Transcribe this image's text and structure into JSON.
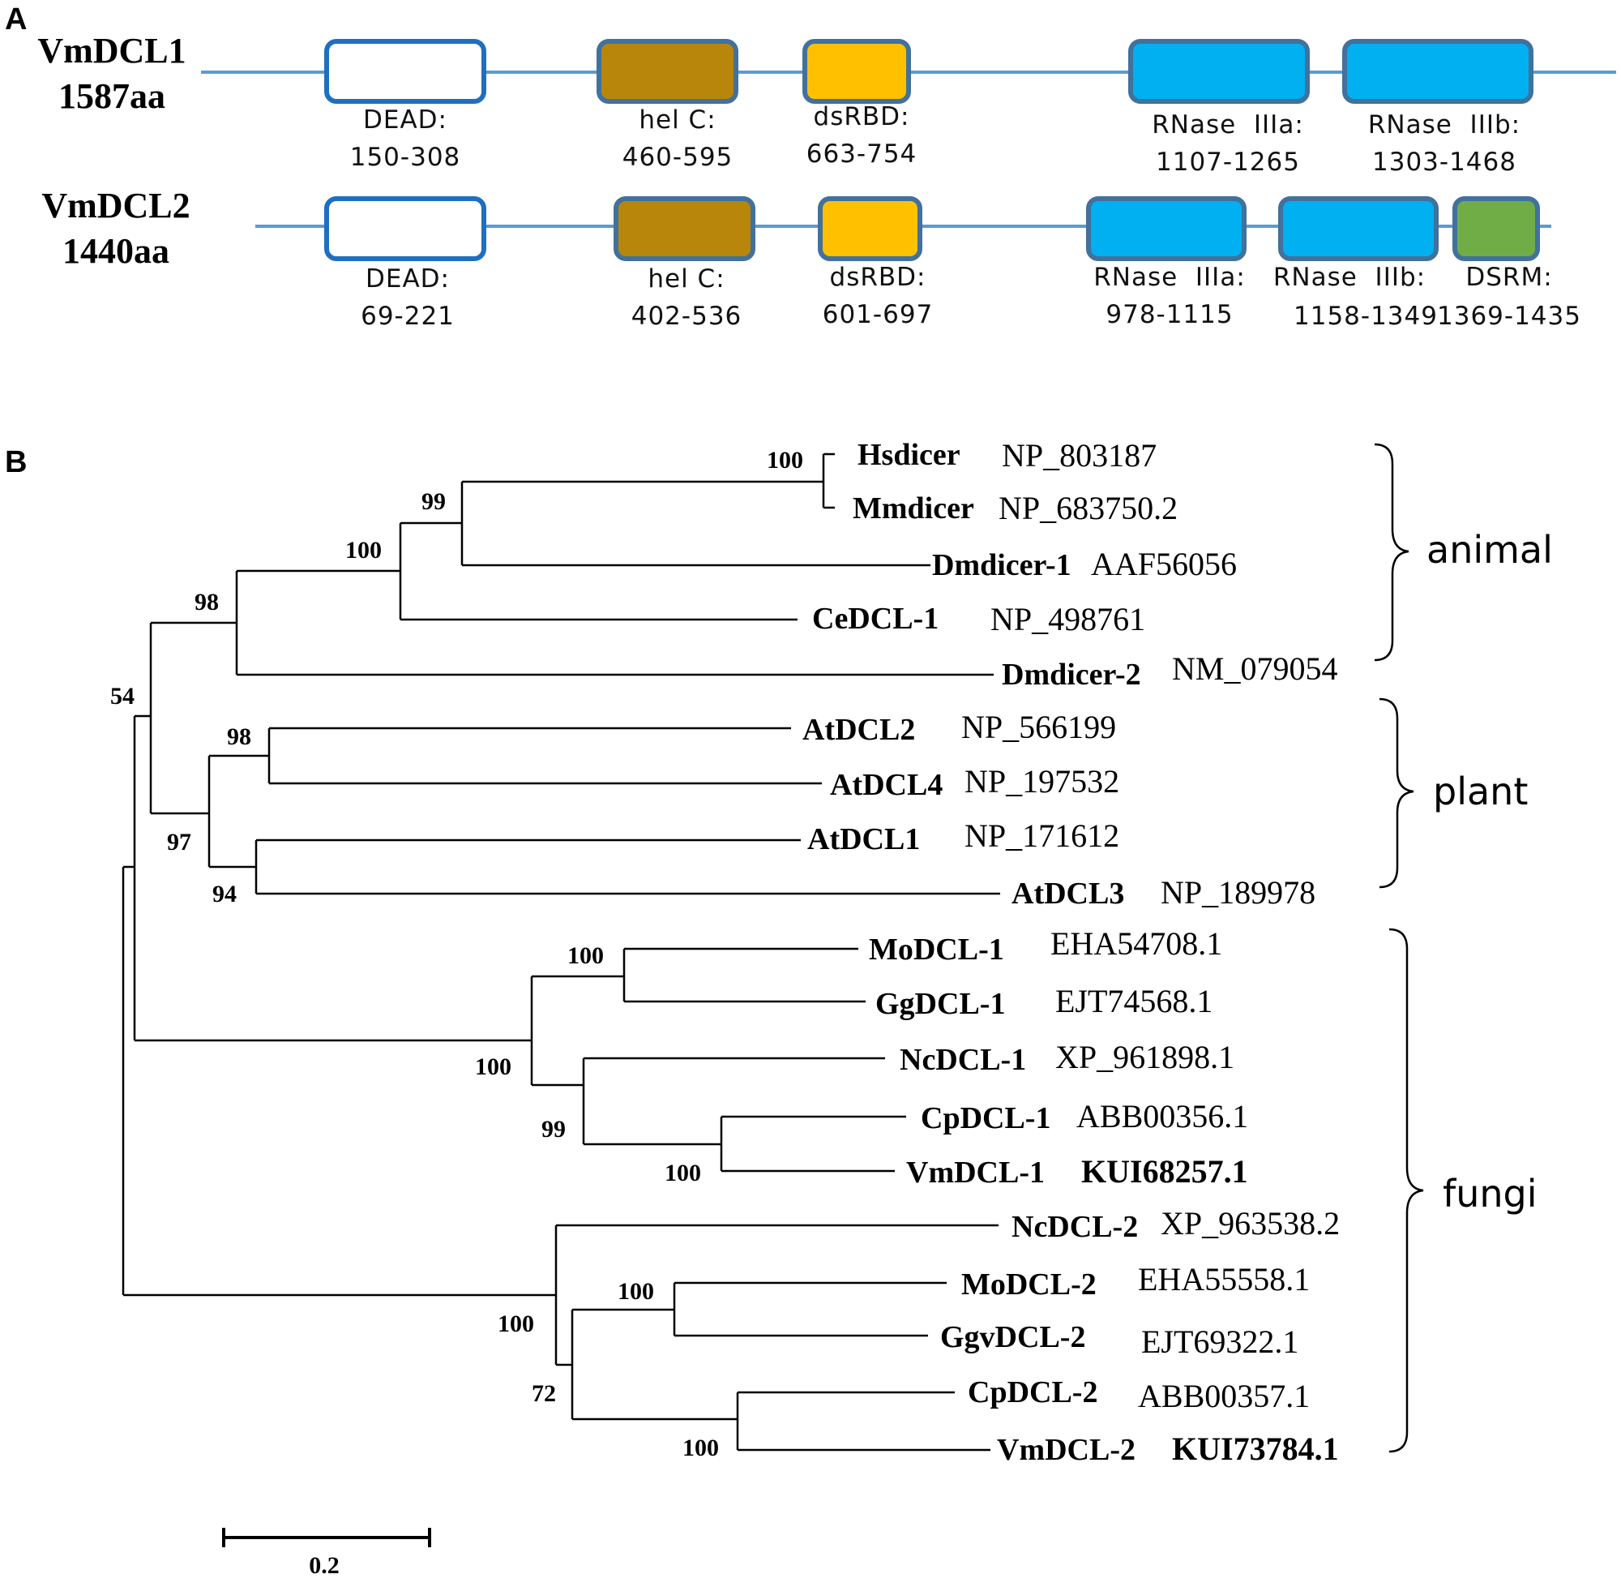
{
  "panel_a": {
    "label": "A",
    "colors": {
      "backbone": "#5b9bd5",
      "dead_border": "#1f6fc0",
      "dead_fill": "#ffffff",
      "helc_fill": "#b8860b",
      "dsrbd_fill": "#ffc000",
      "rnase_fill": "#00b0f0",
      "dsrm_fill": "#70ad47",
      "box_border": "#41719c"
    },
    "proteins": [
      {
        "name": "VmDCL1",
        "length": "1587aa",
        "domains": [
          {
            "type": "dead",
            "name": "DEAD:",
            "range": "150-308"
          },
          {
            "type": "helc",
            "name": "hel C:",
            "range": "460-595"
          },
          {
            "type": "dsrbd",
            "name": "dsRBD:",
            "range": "663-754"
          },
          {
            "type": "rnase",
            "name": "RNase  IIIa:",
            "range": "1107-1265"
          },
          {
            "type": "rnase",
            "name": "RNase  IIIb:",
            "range": "1303-1468"
          }
        ]
      },
      {
        "name": "VmDCL2",
        "length": "1440aa",
        "domains": [
          {
            "type": "dead",
            "name": "DEAD:",
            "range": "69-221"
          },
          {
            "type": "helc",
            "name": "hel C:",
            "range": "402-536"
          },
          {
            "type": "dsrbd",
            "name": "dsRBD:",
            "range": "601-697"
          },
          {
            "type": "rnase",
            "name": "RNase  IIIa:",
            "range": "978-1115"
          },
          {
            "type": "rnase",
            "name": "RNase  IIIb:",
            "range": "1158-1349"
          },
          {
            "type": "dsrm",
            "name": "DSRM:",
            "range": "1369-1435"
          }
        ]
      }
    ]
  },
  "panel_b": {
    "label": "B",
    "taxa": [
      {
        "name": "Hsdicer",
        "accession": "NP_803187",
        "acc_bold": false
      },
      {
        "name": "Mmdicer",
        "accession": "NP_683750.2",
        "acc_bold": false
      },
      {
        "name": "Dmdicer-1",
        "accession": "AAF56056",
        "acc_bold": false
      },
      {
        "name": "CeDCL-1",
        "accession": "NP_498761",
        "acc_bold": false
      },
      {
        "name": "Dmdicer-2",
        "accession": "NM_079054",
        "acc_bold": false
      },
      {
        "name": "AtDCL2",
        "accession": "NP_566199",
        "acc_bold": false
      },
      {
        "name": "AtDCL4",
        "accession": "NP_197532",
        "acc_bold": false
      },
      {
        "name": "AtDCL1",
        "accession": "NP_171612",
        "acc_bold": false
      },
      {
        "name": "AtDCL3",
        "accession": "NP_189978",
        "acc_bold": false
      },
      {
        "name": "MoDCL-1",
        "accession": "EHA54708.1",
        "acc_bold": false
      },
      {
        "name": "GgDCL-1",
        "accession": "EJT74568.1",
        "acc_bold": false
      },
      {
        "name": "NcDCL-1",
        "accession": "XP_961898.1",
        "acc_bold": false
      },
      {
        "name": "CpDCL-1",
        "accession": "ABB00356.1",
        "acc_bold": false
      },
      {
        "name": "VmDCL-1",
        "accession": "KUI68257.1",
        "acc_bold": true
      },
      {
        "name": "NcDCL-2",
        "accession": "XP_963538.2",
        "acc_bold": false
      },
      {
        "name": "MoDCL-2",
        "accession": "EHA55558.1",
        "acc_bold": false
      },
      {
        "name": "GgvDCL-2",
        "accession": "EJT69322.1",
        "acc_bold": false
      },
      {
        "name": "CpDCL-2",
        "accession": "ABB00357.1",
        "acc_bold": false
      },
      {
        "name": "VmDCL-2",
        "accession": "KUI73784.1",
        "acc_bold": true
      }
    ],
    "bootstrap": [
      "100",
      "99",
      "100",
      "98",
      "54",
      "98",
      "97",
      "94",
      "100",
      "100",
      "99",
      "100",
      "100",
      "100",
      "72",
      "100"
    ],
    "groups": [
      {
        "name": "animal"
      },
      {
        "name": "plant"
      },
      {
        "name": "fungi"
      }
    ],
    "scale_bar": {
      "label": "0.2"
    }
  }
}
